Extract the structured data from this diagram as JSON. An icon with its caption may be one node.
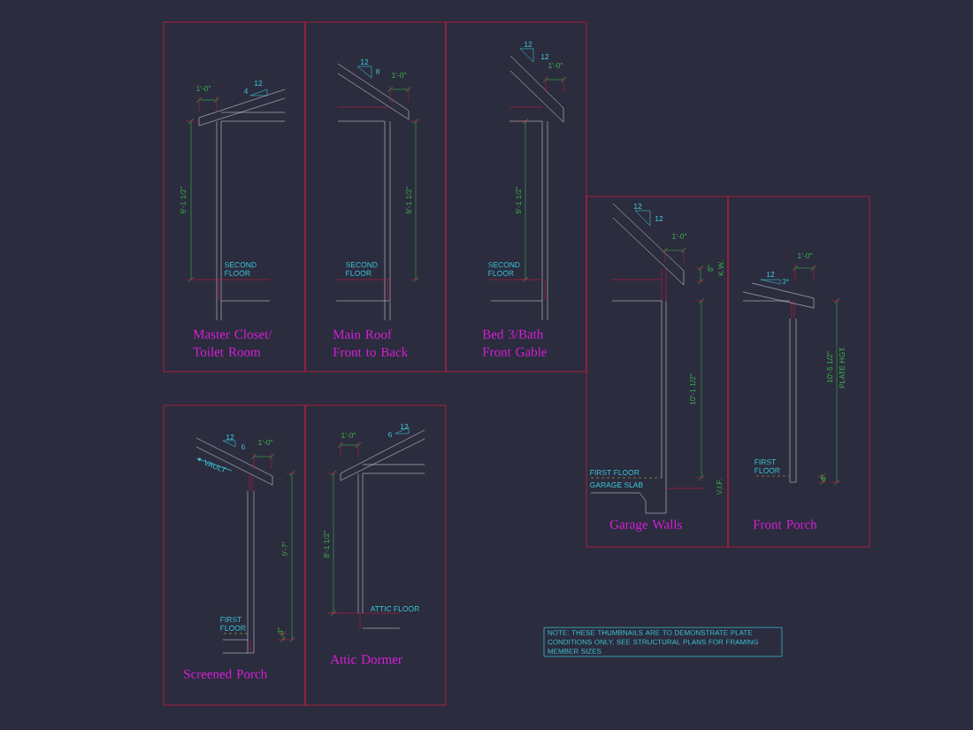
{
  "diagram": {
    "nodes": [
      {
        "text": [
          "Master Closet/ Toilet Room"
        ]
      },
      {
        "text": [
          "Main Roof Front to Back"
        ]
      },
      {
        "text": [
          "Bed 3/Bath Front Gable"
        ]
      },
      {
        "text": [
          "Garage Walls"
        ]
      },
      {
        "text": [
          "Front Porch"
        ]
      },
      {
        "text": [
          "Screened Porch"
        ]
      },
      {
        "text": [
          "Attic Dormer"
        ]
      },
      {
        "text": [
          "NOTE: THESE THUMBNAILS ARE TO DEMONSTRATE PLATE CONDITIONS ONLY, SEE STRUCTURAL PLANS FOR FRAMING MEMBER SIZES"
        ]
      }
    ],
    "labels": [
      "1'-0\"",
      "12",
      "4",
      "9'-1 1/2\"",
      "SECOND FLOOR",
      "12",
      "8",
      "1'-0\"",
      "9'-1 1/2\"",
      "SECOND FLOOR",
      "12",
      "12",
      "1'-0\"",
      "9'-1 1/2\"",
      "SECOND FLOOR",
      "12",
      "12",
      "1'-0\"",
      "8\"",
      "K.W.",
      "10'-1 1/2\"",
      "FIRST FLOOR",
      "GARAGE SLAB",
      "V.I.F.",
      "1'-0\"",
      "12",
      "3*",
      "10'-5 1/2\"",
      "PLATE HGT.",
      "FIRST FLOOR",
      "4\"",
      "12",
      "6",
      "1'-0\"",
      "VAULT",
      "9'-7\"",
      "FIRST FLOOR",
      "4\"",
      "1'-0\"",
      "12",
      "6",
      "8'-1 1/2\"",
      "ATTIC FLOOR"
    ]
  }
}
